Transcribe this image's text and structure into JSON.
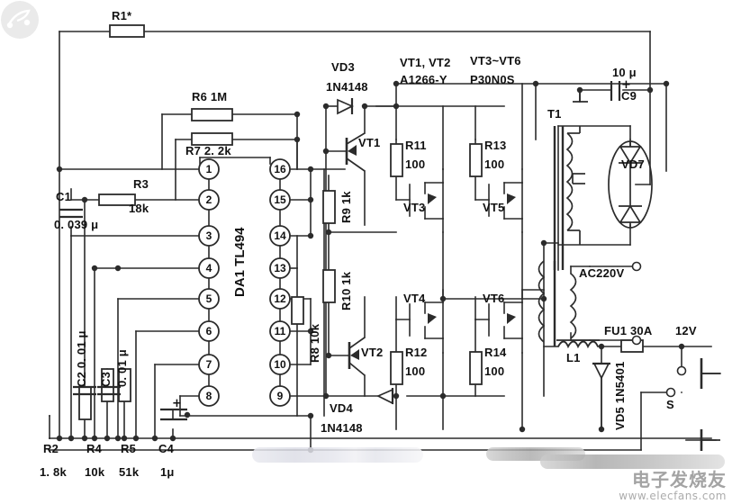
{
  "diagram": {
    "title": "TL494 inverter circuit schematic",
    "ic": {
      "designator": "DA1",
      "part": "TL494",
      "label": "DA1 TL494",
      "pins": [
        "1",
        "2",
        "3",
        "4",
        "5",
        "6",
        "7",
        "8",
        "9",
        "10",
        "11",
        "12",
        "13",
        "14",
        "15",
        "16"
      ]
    },
    "notes": [
      {
        "id": "note-vt12",
        "line1": "VT1, VT2",
        "line2": "A1266-Y"
      },
      {
        "id": "note-vt36",
        "line1": "VT3~VT6",
        "line2": "P30N0S"
      }
    ],
    "components": [
      {
        "id": "r1",
        "ref": "R1*",
        "value": ""
      },
      {
        "id": "r2",
        "ref": "R2",
        "value": "1. 8k"
      },
      {
        "id": "r3",
        "ref": "R3",
        "value": "18k"
      },
      {
        "id": "r4",
        "ref": "R4",
        "value": "10k"
      },
      {
        "id": "r5",
        "ref": "R5",
        "value": "51k"
      },
      {
        "id": "r6",
        "ref": "R6",
        "value": "1M"
      },
      {
        "id": "r7",
        "ref": "R7",
        "value": "2. 2k"
      },
      {
        "id": "r8",
        "ref": "R8 10k",
        "value": ""
      },
      {
        "id": "r9",
        "ref": "R9 1k",
        "value": ""
      },
      {
        "id": "r10",
        "ref": "R10 1k",
        "value": ""
      },
      {
        "id": "r11",
        "ref": "R11",
        "value": "100"
      },
      {
        "id": "r12",
        "ref": "R12",
        "value": "100"
      },
      {
        "id": "r13",
        "ref": "R13",
        "value": "100"
      },
      {
        "id": "r14",
        "ref": "R14",
        "value": "100"
      },
      {
        "id": "c1",
        "ref": "C1",
        "value": "0. 039 μ"
      },
      {
        "id": "c2",
        "ref": "C2 0. 01 μ",
        "value": ""
      },
      {
        "id": "c3",
        "ref": "C3",
        "value": "0. 01 μ"
      },
      {
        "id": "c4",
        "ref": "C4",
        "value": "1μ"
      },
      {
        "id": "c9",
        "ref": "C9",
        "value": "10 μ"
      },
      {
        "id": "vd3",
        "ref": "VD3",
        "value": "1N4148"
      },
      {
        "id": "vd4",
        "ref": "VD4",
        "value": "1N4148"
      },
      {
        "id": "vd5",
        "ref": "VD5 1N5401",
        "value": ""
      },
      {
        "id": "vd7",
        "ref": "VD7",
        "value": ""
      },
      {
        "id": "vt1",
        "ref": "VT1",
        "value": ""
      },
      {
        "id": "vt2",
        "ref": "VT2",
        "value": ""
      },
      {
        "id": "vt3",
        "ref": "VT3",
        "value": ""
      },
      {
        "id": "vt4",
        "ref": "VT4",
        "value": ""
      },
      {
        "id": "vt5",
        "ref": "VT5",
        "value": ""
      },
      {
        "id": "vt6",
        "ref": "VT6",
        "value": ""
      },
      {
        "id": "t1",
        "ref": "T1",
        "value": ""
      },
      {
        "id": "l1",
        "ref": "L1",
        "value": ""
      },
      {
        "id": "fu1",
        "ref": "FU1",
        "value": "30A"
      },
      {
        "id": "s1",
        "ref": "S",
        "value": ""
      }
    ],
    "labels": {
      "r1": "R1*",
      "r6": "R6  1M",
      "r7": "R7  2. 2k",
      "r3": "R3",
      "r3_val": "18k",
      "c1": "C1",
      "c1_val": "0. 039 μ",
      "c2": "C2 0. 01 μ",
      "c3": "C3",
      "c3_val": "0. 01 μ",
      "r8": "R8 10k",
      "r9": "R9 1k",
      "r10": "R10 1k",
      "vd3": "VD3",
      "vd3_part": "1N4148",
      "vd4": "VD4",
      "vd4_part": "1N4148",
      "vt1": "VT1",
      "vt2": "VT2",
      "vt3": "VT3",
      "vt4": "VT4",
      "vt5": "VT5",
      "vt6": "VT6",
      "r11": "R11",
      "r11_val": "100",
      "r12": "R12",
      "r12_val": "100",
      "r13": "R13",
      "r13_val": "100",
      "r14": "R14",
      "r14_val": "100",
      "c9_val": "10 μ",
      "c9": "C9",
      "t1": "T1",
      "vd7": "VD7",
      "ac": "AC220V",
      "l1": "L1",
      "fu1": "FU1  30A",
      "v12": "12V",
      "vd5": "VD5 1N5401",
      "s": "S",
      "ic": "DA1 TL494",
      "r2": "R2",
      "r2_val": "1. 8k",
      "r4": "R4",
      "r4_val": "10k",
      "r5": "R5",
      "r5_val": "51k",
      "c4": "C4",
      "c4_val": "1μ",
      "note1a": "VT1, VT2",
      "note1b": "A1266-Y",
      "note2a": "VT3~VT6",
      "note2b": "P30N0S"
    },
    "watermark": {
      "cn": "电子发烧友",
      "url": "www.elecfans.com"
    },
    "colors": {
      "wire": "#2b2b2b",
      "text": "#111111",
      "background": "#ffffff"
    }
  }
}
